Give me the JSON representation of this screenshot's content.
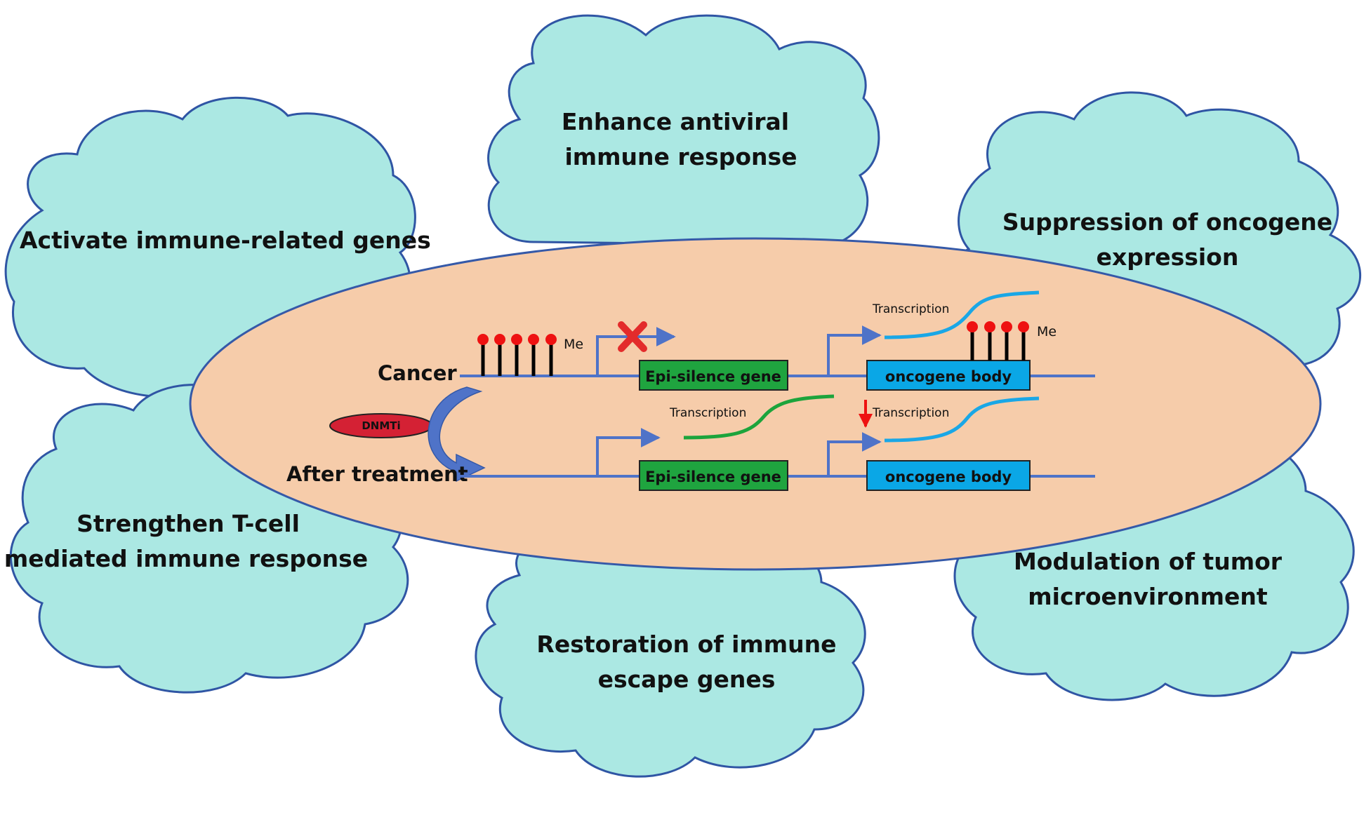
{
  "clouds": {
    "top": [
      "Enhance antiviral",
      "immune response"
    ],
    "upper_left": [
      "Activate immune-related genes"
    ],
    "upper_right": [
      "Suppression of oncogene",
      "expression"
    ],
    "lower_left": [
      "Strengthen T-cell",
      "mediated immune  response"
    ],
    "lower_right": [
      "Modulation of tumor",
      "microenvironment"
    ],
    "bottom": [
      "Restoration of immune",
      "escape genes"
    ]
  },
  "cancer_row": {
    "label": "Cancer",
    "me_label": "Me",
    "gene_box": "Epi-silence gene",
    "oncogene_box": "oncogene body",
    "transcription_label": "Transcription",
    "me_label_2": "Me"
  },
  "treated_row": {
    "label": "After treatment",
    "gene_box": "Epi-silence gene",
    "oncogene_box": "oncogene body",
    "transcription_label_1": "Transcription",
    "transcription_label_2": "Transcription"
  },
  "drug": {
    "label": "DNMTi"
  },
  "colors": {
    "cloud_fill": "#abe8e3",
    "cloud_stroke": "#2f55a4",
    "ellipse_fill": "#f6ccaa",
    "ellipse_stroke": "#3559a8",
    "dna_line": "#4f73c8",
    "gene_box": "#1fa43f",
    "oncogene_box": "#0aa7e6",
    "methyl_dot": "#ee1111",
    "green_transcript": "#1ca43c",
    "blue_transcript": "#1aa7e6",
    "dnmti_fill": "#d42134"
  }
}
